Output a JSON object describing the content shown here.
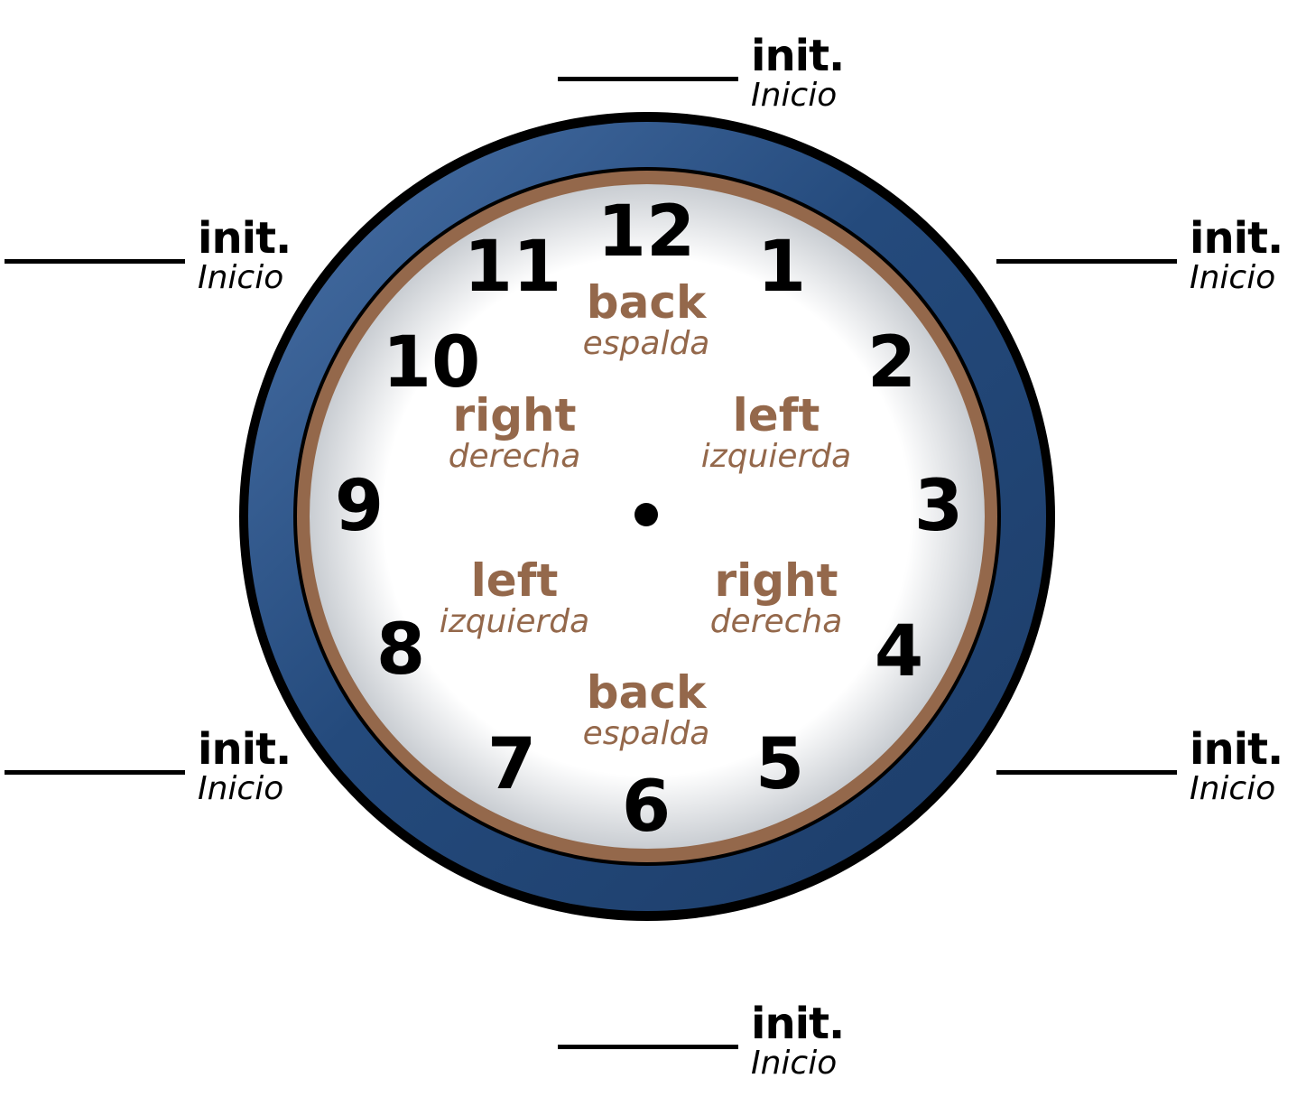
{
  "colors": {
    "rim": "#244a7c",
    "rim_highlight": "#4a72a8",
    "inner_ring": "#94684b",
    "face": "#ffffff",
    "face_edge": "#c9cdd2",
    "outline": "#000000",
    "zone_text": "#94684b",
    "numerals": "#000000"
  },
  "clock": {
    "numerals": [
      "12",
      "1",
      "2",
      "3",
      "4",
      "5",
      "6",
      "7",
      "8",
      "9",
      "10",
      "11"
    ],
    "center_icon": "center-dot"
  },
  "zones": {
    "back_top": {
      "en": "back",
      "es": "espalda"
    },
    "right_upper_left": {
      "en": "right",
      "es": "derecha"
    },
    "left_upper_right": {
      "en": "left",
      "es": "izquierda"
    },
    "left_lower_left": {
      "en": "left",
      "es": "izquierda"
    },
    "right_lower_right": {
      "en": "right",
      "es": "derecha"
    },
    "back_bottom": {
      "en": "back",
      "es": "espalda"
    }
  },
  "initials": {
    "top": {
      "en": "init.",
      "es": "Inicio"
    },
    "upper_left": {
      "en": "init.",
      "es": "Inicio"
    },
    "upper_right": {
      "en": "init.",
      "es": "Inicio"
    },
    "lower_left": {
      "en": "init.",
      "es": "Inicio"
    },
    "lower_right": {
      "en": "init.",
      "es": "Inicio"
    },
    "bottom": {
      "en": "init.",
      "es": "Inicio"
    }
  }
}
